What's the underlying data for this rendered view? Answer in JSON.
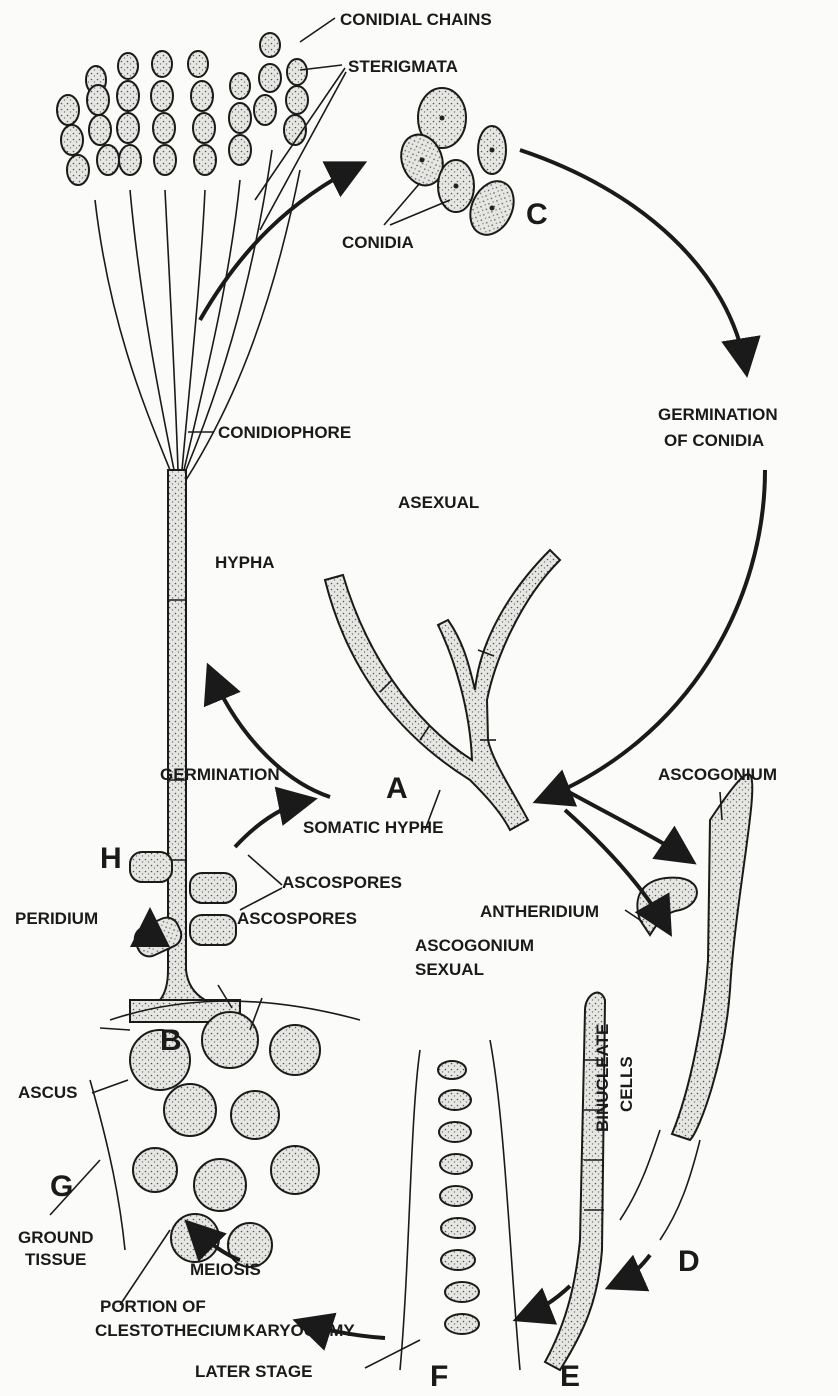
{
  "labels": {
    "conidial_chains": "CONIDIAL CHAINS",
    "sterigmata": "STERIGMATA",
    "conidia": "CONIDIA",
    "c": "C",
    "germination_of_conidia_1": "GERMINATION",
    "germination_of_conidia_2": "OF CONIDIA",
    "conidiophore": "CONIDIOPHORE",
    "asexual": "ASEXUAL",
    "hypha": "HYPHA",
    "b": "B",
    "ascogonium_top": "ASCOGONIUM",
    "germination": "GERMINATION",
    "a": "A",
    "somatic_hyphe": "SOMATIC HYPHE",
    "h": "H",
    "ascospores_h": "ASCOSPORES",
    "antheridium": "ANTHERIDIUM",
    "peridium": "PERIDIUM",
    "ascospores_g": "ASCOSPORES",
    "ascogonium_lower": "ASCOGONIUM",
    "sexual": "SEXUAL",
    "binucleate": "BINUCLEATE",
    "cells": "CELLS",
    "ascus": "ASCUS",
    "g": "G",
    "ground": "GROUND",
    "tissue": "TISSUE",
    "meiosis": "MEIOSIS",
    "d": "D",
    "portion_of": "PORTION OF",
    "clestothecium": "CLESTOTHECIUM",
    "karyogamy": "KARYOGAMY",
    "later_stage": "LATER STAGE",
    "f": "F",
    "e": "E"
  }
}
